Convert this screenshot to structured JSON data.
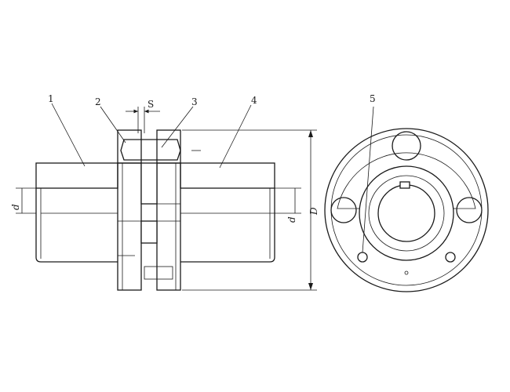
{
  "diagram": {
    "part_labels": [
      "1",
      "2",
      "3",
      "4",
      "5"
    ],
    "dimension_labels": {
      "gap": "S",
      "bore_left": "d",
      "bore_right": "d",
      "outer_diameter": "D"
    }
  }
}
